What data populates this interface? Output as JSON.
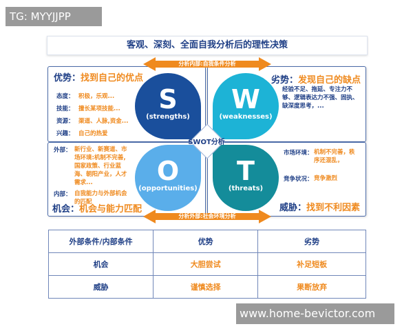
{
  "watermark_top": "TG: MYYJJPP",
  "watermark_bottom": "www.home-bevictor.com",
  "title": "客观、深刻、全面自我分析后的理性决策",
  "arrow_top": "分析内部:自我条件分析",
  "arrow_bottom": "分析外部:社会环境分析",
  "center_label": "SWOT分析",
  "colors": {
    "strengths": "#1a4f9c",
    "weaknesses": "#1db3d6",
    "opportunities": "#5aaeea",
    "threats": "#148c9a",
    "accent": "#ef8a1f",
    "text": "#1f3f86"
  },
  "strengths": {
    "letter": "S",
    "word": "(strengths)",
    "head_label": "优势：",
    "head_value": "找到自己的优点",
    "items": [
      {
        "label": "态度：",
        "value": "积极，乐观..."
      },
      {
        "label": "技能：",
        "value": "擅长某项技能..."
      },
      {
        "label": "资源：",
        "value": "渠道、人脉,资金..."
      },
      {
        "label": "兴趣：",
        "value": "自己的热爱"
      }
    ]
  },
  "weaknesses": {
    "letter": "W",
    "word": "(weaknesses)",
    "head_label": "劣势：",
    "head_value": "发现自己的缺点",
    "body": "经验不足、拖延、专注力不够、逻辑表达力不强、固执、缺深度思考，..."
  },
  "opportunities": {
    "letter": "O",
    "word": "(opportunities)",
    "head_label": "机会：",
    "head_value": "机会与能力匹配",
    "items": [
      {
        "label": "外部：",
        "value": "新行业、新赛道、市场环境:机制不完善,国家政策、行业蓝海、朝阳产业，人才需求..."
      },
      {
        "label": "内部：",
        "value": "自我能力与外部机会的匹配"
      }
    ]
  },
  "threats": {
    "letter": "T",
    "word": "(threats)",
    "head_label": "威胁：",
    "head_value": "找到不利因素",
    "items": [
      {
        "label": "市场环境：",
        "value": "机制不完善，秩序还混乱，"
      },
      {
        "label": "竞争状况：",
        "value": "竞争激烈"
      }
    ]
  },
  "table": {
    "header": [
      "外部条件/内部条件",
      "优势",
      "劣势"
    ],
    "rows": [
      [
        "机会",
        "大胆尝试",
        "补足短板"
      ],
      [
        "威胁",
        "谨慎选择",
        "果断放弃"
      ]
    ]
  }
}
